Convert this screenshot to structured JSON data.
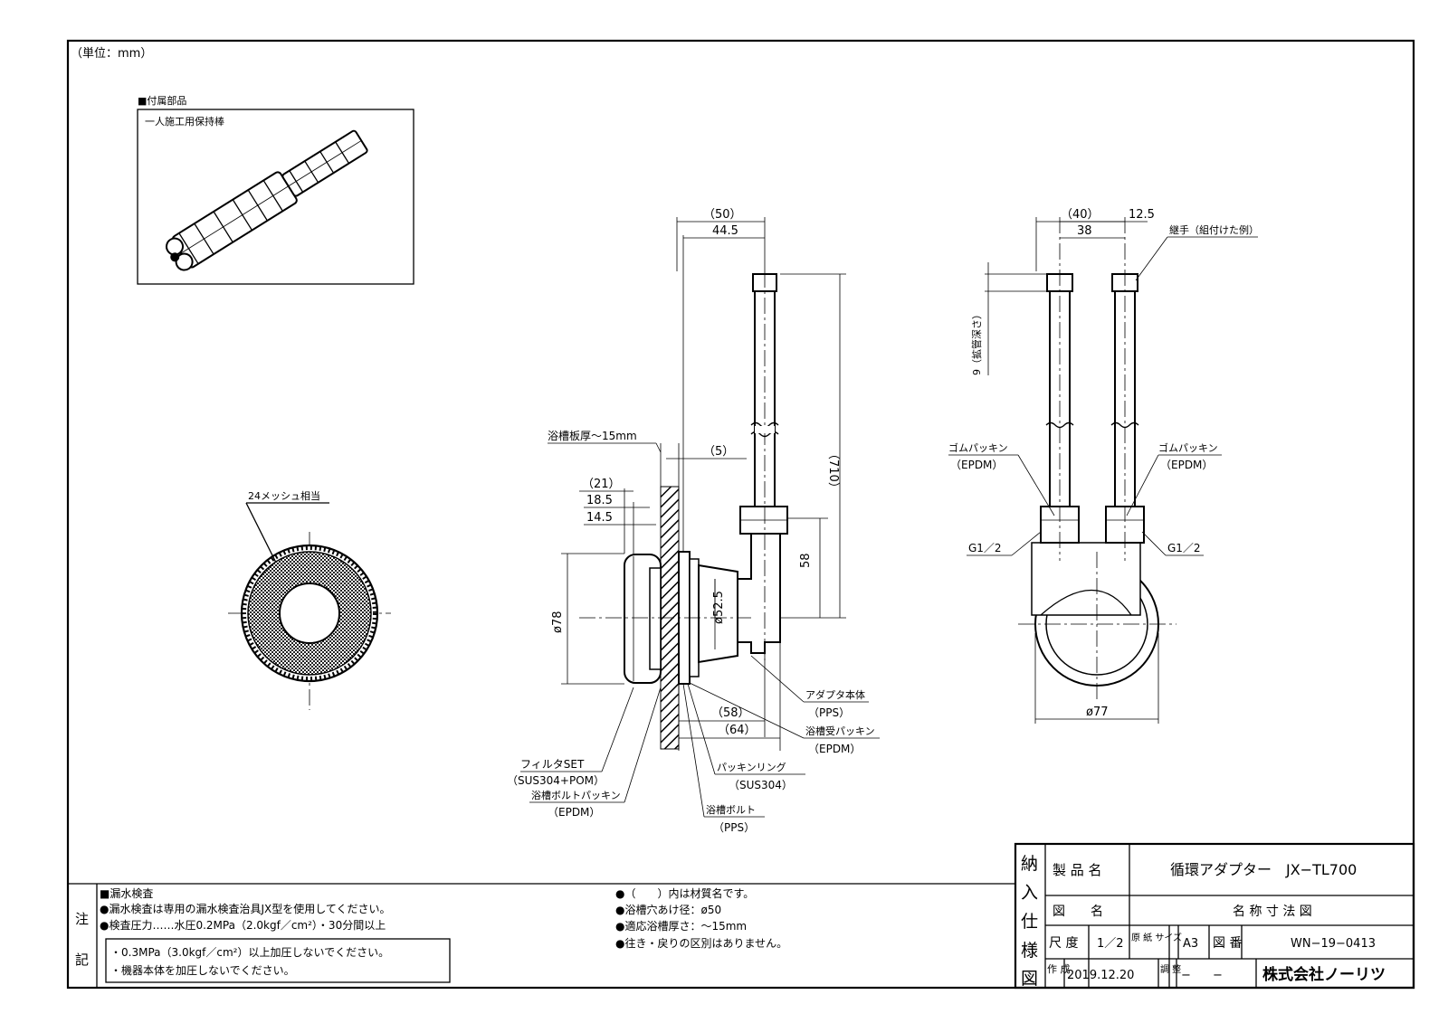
{
  "unit_label": "（単位：mm）",
  "accessory": {
    "section_title": "■付属部品",
    "item_name": "一人施工用保持棒"
  },
  "filter_view": {
    "mesh_label": "24メッシュ相当"
  },
  "side_view": {
    "dim_50": "（50）",
    "dim_44_5": "44.5",
    "tub_thickness": "浴槽板厚～15mm",
    "dim_5": "（5）",
    "dim_21": "（21）",
    "dim_18_5": "18.5",
    "dim_14_5": "14.5",
    "dim_710": "（710）",
    "dim_58_v": "58",
    "dim_phi78": "ø78",
    "dim_phi52_5": "ø52.5",
    "dim_58_h": "（58）",
    "dim_64": "（64）",
    "adapter_body": "アダプタ本体",
    "adapter_body_mat": "（PPS）",
    "tub_packing": "浴槽受パッキン",
    "tub_packing_mat": "（EPDM）",
    "filter_set": "フィルタSET",
    "filter_set_mat": "（SUS304+POM）",
    "bolt_packing": "浴槽ボルトパッキン",
    "bolt_packing_mat": "（EPDM）",
    "packing_ring": "パッキンリング",
    "packing_ring_mat": "（SUS304）",
    "tub_bolt": "浴槽ボルト",
    "tub_bolt_mat": "（PPS）"
  },
  "back_view": {
    "dim_40": "（40）",
    "dim_12_5": "12.5",
    "dim_38": "38",
    "fitting_label": "継手（組付けた例）",
    "dim_9": "9（拡管深さ）",
    "rubber_left": "ゴムパッキン",
    "rubber_left_mat": "（EPDM）",
    "rubber_right": "ゴムパッキン",
    "rubber_right_mat": "（EPDM）",
    "thread_left": "G1／2",
    "thread_right": "G1／2",
    "dim_phi77": "ø77"
  },
  "notes": {
    "side_label": [
      "注",
      "記"
    ],
    "leak_title": "■漏水検査",
    "leak_line1": "●漏水検査は専用の漏水検査治具JX型を使用してください。",
    "leak_line2": "●検査圧力……水圧0.2MPa（2.0kgf／cm²）・30分間以上",
    "warn_line1": "・0.3MPa（3.0kgf／cm²）以上加圧しないでください。",
    "warn_line2": "・機器本体を加圧しないでください。",
    "right_line1": "●（　　）内は材質名です。",
    "right_line2": "●浴槽穴あけ径：ø50",
    "right_line3": "●適応浴槽厚さ：～15mm",
    "right_line4": "●往き・戻りの区別はありません。"
  },
  "title_block": {
    "side_chars": [
      "納",
      "入",
      "仕",
      "様",
      "図"
    ],
    "product_name_label": "製 品 名",
    "product_name": "循環アダプター　JX−TL700",
    "drawing_name_label": "図　　名",
    "drawing_name": "名 称 寸 法 図",
    "scale_label": "尺 度",
    "scale": "1／2",
    "paper_size_label": "原 紙 サイズ",
    "paper_size": "A3",
    "drawing_no_label": "図 番",
    "drawing_no": "WN−19−0413",
    "created_label": "作 成",
    "created_date": "2019.12.20",
    "adjusted_label": "調 整",
    "adjusted_value": "−",
    "adjusted_value2": "−",
    "company": "株式会社ノーリツ"
  }
}
